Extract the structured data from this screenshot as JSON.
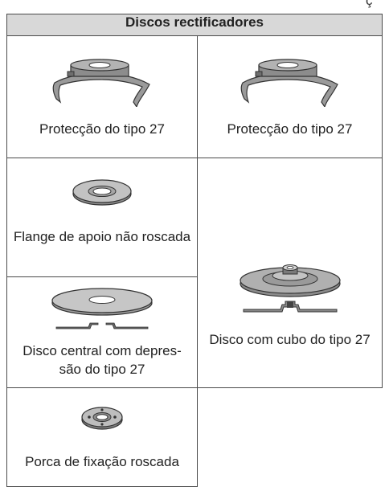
{
  "header_fragment": "ç",
  "table": {
    "title": "Discos rectificadores",
    "items": {
      "guard_left": "Protecção do tipo 27",
      "guard_right": "Protecção do tipo 27",
      "flange": "Flange de apoio não roscada",
      "depressed_disc": "Disco central com depres-são do tipo 27",
      "hub_disc": "Disco com cubo do tipo 27",
      "nut": "Porca de fixação roscada"
    }
  }
}
